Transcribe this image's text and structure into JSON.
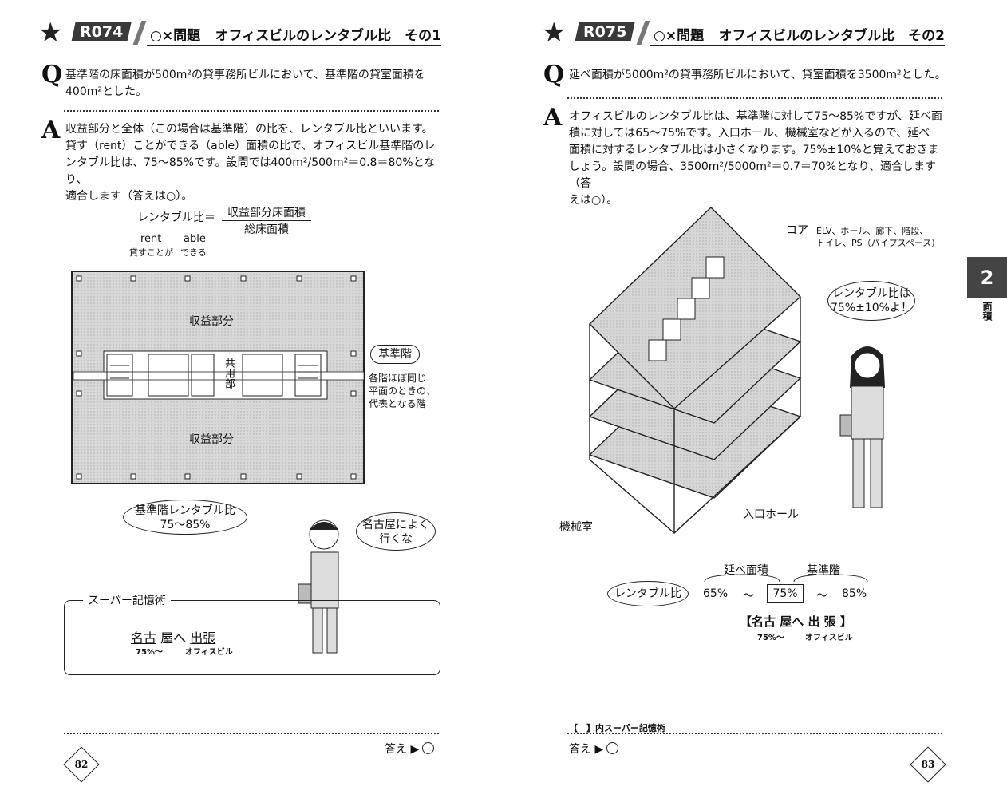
{
  "left": {
    "code": "R074",
    "qtype": "○×問題",
    "title": "オフィスビルのレンタブル比　その1",
    "q_line1": "基準階の床面積が500m²の貸事務所ビルにおいて、基準階の貸室面積を",
    "q_line2": "400m²とした。",
    "a_line1": "収益部分と全体（この場合は基準階）の比を、レンタブル比といいます。",
    "a_line2": "貸す（rent）ことができる（able）面積の比で、オフィスビル基準階のレ",
    "a_line3": "ンタブル比は、75〜85%です。設問では400m²/500m²＝0.8＝80%となり、",
    "a_line4": "適合します（答えは○）。",
    "formula_lhs": "レンタブル比＝",
    "formula_num": "収益部分床面積",
    "formula_den": "総床面積",
    "rent": "rent",
    "able": "able",
    "rent_jp": "貸すことが",
    "able_jp": "できる",
    "plan_top": "収益部分",
    "plan_bottom": "収益部分",
    "plan_core": "共用部",
    "callout_std": "基準階",
    "callout_std_note1": "各階ほぼ同じ",
    "callout_std_note2": "平面のときの、",
    "callout_std_note3": "代表となる階",
    "bubble_ratio1": "基準階レンタブル比",
    "bubble_ratio2": "75〜85%",
    "bubble_man1": "名古屋によく",
    "bubble_man2": "行くな",
    "memory_title": "スーパー記憶術",
    "memory_main_a": "名古",
    "memory_main_b": "屋へ",
    "memory_main_c": "出張",
    "memory_sub_a": "75%〜",
    "memory_sub_c": "オフィスビル",
    "answer_label": "答え ▶",
    "page_no": "82"
  },
  "right": {
    "code": "R075",
    "qtype": "○×問題",
    "title": "オフィスビルのレンタブル比　その2",
    "q_line1": "延べ面積が5000m²の貸事務所ビルにおいて、貸室面積を3500m²とした。",
    "a_line1": "オフィスビルのレンタブル比は、基準階に対して75〜85%ですが、延べ面",
    "a_line2": "積に対しては65〜75%です。入口ホール、機械室などが入るので、延べ",
    "a_line3": "面積に対するレンタブル比は小さくなります。75%±10%と覚えておきま",
    "a_line4": "しょう。設問の場合、3500m²/5000m²＝0.7＝70%となり、適合します（答",
    "a_line5": "えは○）。",
    "core_label": "コア",
    "core_note1": "ELV、ホール、廊下、階段、",
    "core_note2": "トイレ、PS（パイプスペース）",
    "bubble_woman1": "レンタブル比は",
    "bubble_woman2": "75%±10%よ！",
    "entrance": "入口ホール",
    "machine": "機械室",
    "scale_gross": "延べ面積",
    "scale_std": "基準階",
    "scale_label": "レンタブル比",
    "scale_65": "65%",
    "scale_tilde1": "〜",
    "scale_75": "75%",
    "scale_tilde2": "〜",
    "scale_85": "85%",
    "memory_line": "【名古 屋へ 出 張 】",
    "memory_sub_a": "75%〜",
    "memory_sub_c": "オフィスビル",
    "footnote": "【　】内スーパー記憶術",
    "answer_label": "答え ▶",
    "page_no": "83",
    "tab_num": "2",
    "tab_text": "面積"
  }
}
